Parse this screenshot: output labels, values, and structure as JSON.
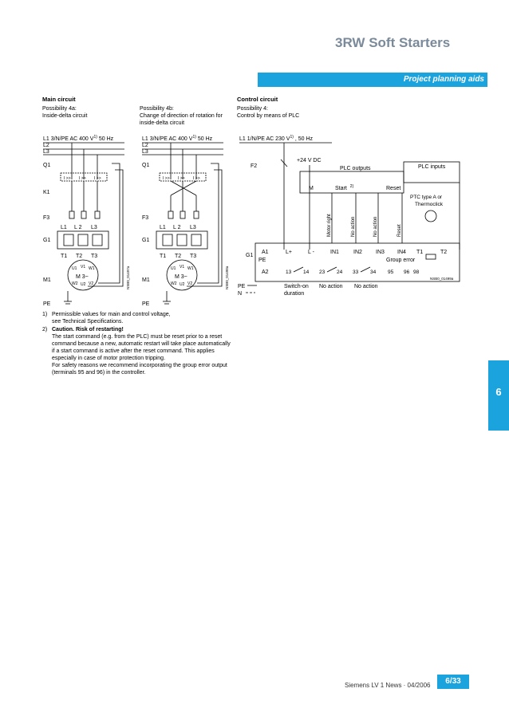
{
  "header": {
    "title": "3RW Soft Starters",
    "section": "Project planning aids"
  },
  "main_circuit": {
    "heading": "Main circuit",
    "possibility_4a": [
      "Possibility 4a:",
      "Inside-delta circuit"
    ],
    "possibility_4b": [
      "Possibility 4b:",
      "Change of direction of rotation for",
      "inside-delta circuit"
    ],
    "supply_label": "L1  3/N/PE AC 400 V",
    "supply_sup": "1)",
    "supply_freq": " 50 Hz",
    "lines": [
      "L2",
      "L3"
    ],
    "labels": {
      "q1": "Q1",
      "k1": "K1",
      "f3": "F3",
      "g1": "G1",
      "m1": "M1",
      "pe": "PE",
      "l1": "L1",
      "l2": "L 2",
      "l3": "L3",
      "t1": "T1",
      "t2": "T2",
      "t3": "T3",
      "motor": "M 3~",
      "u1": "U1",
      "v1": "V1",
      "w1": "W1",
      "w2": "W2",
      "u2": "U2",
      "v2": "V2",
      "trip": "I >>"
    },
    "drawing_ids": [
      "NSB0_01497a",
      "NSB0_01498a"
    ]
  },
  "control_circuit": {
    "heading": "Control circuit",
    "possibility_4": [
      "Possibility 4:",
      "Control by means of PLC"
    ],
    "supply_label": "L1  1/N/PE AC 230 V",
    "supply_sup": "1)",
    "supply_freq": " , 50 Hz",
    "f2": "F2",
    "dc": "+24 V DC",
    "plc_outputs": "PLC outputs",
    "plc_inputs": "PLC inputs",
    "m": "M",
    "start": "Start",
    "start_sup": "2)",
    "reset": "Reset",
    "ptc": [
      "PTC type A or",
      "Thermoclick"
    ],
    "vertical": [
      "Motor right",
      "No action",
      "No action",
      "Reset"
    ],
    "g1": "G1",
    "terminals_top": [
      "A1",
      "L+",
      "L -",
      "IN1",
      "IN2",
      "IN3",
      "IN4",
      "T1",
      "T2"
    ],
    "pe": "PE",
    "group_error": "Group error",
    "a2": "A2",
    "contacts": [
      "13",
      "14",
      "23",
      "24",
      "33",
      "34",
      "95",
      "96",
      "98"
    ],
    "pe_n": [
      "PE",
      "N"
    ],
    "switch_on": [
      "Switch-on",
      "duration"
    ],
    "no_action_1": "No action",
    "no_action_2": "No action",
    "drawing_id": "NSB0_01499a"
  },
  "notes": [
    {
      "num": "1)",
      "lines": [
        "Permissible values for main and control voltage,",
        "see Technical Specifications."
      ]
    },
    {
      "num": "2)",
      "bold": "Caution. Risk of restarting!",
      "lines": [
        "The start command (e.g. from the PLC) must be reset prior to a reset",
        "command because a new, automatic restart will take place automatically",
        "if a start command is active after the reset command. This applies",
        "especially in case of motor protection tripping.",
        "For safety reasons we recommend incorporating the group error output",
        "(terminals 95 and 96) in the controller."
      ]
    }
  ],
  "side_tab": "6",
  "footer": {
    "source": "Siemens LV 1 News · 04/2006",
    "page": "6/33"
  }
}
